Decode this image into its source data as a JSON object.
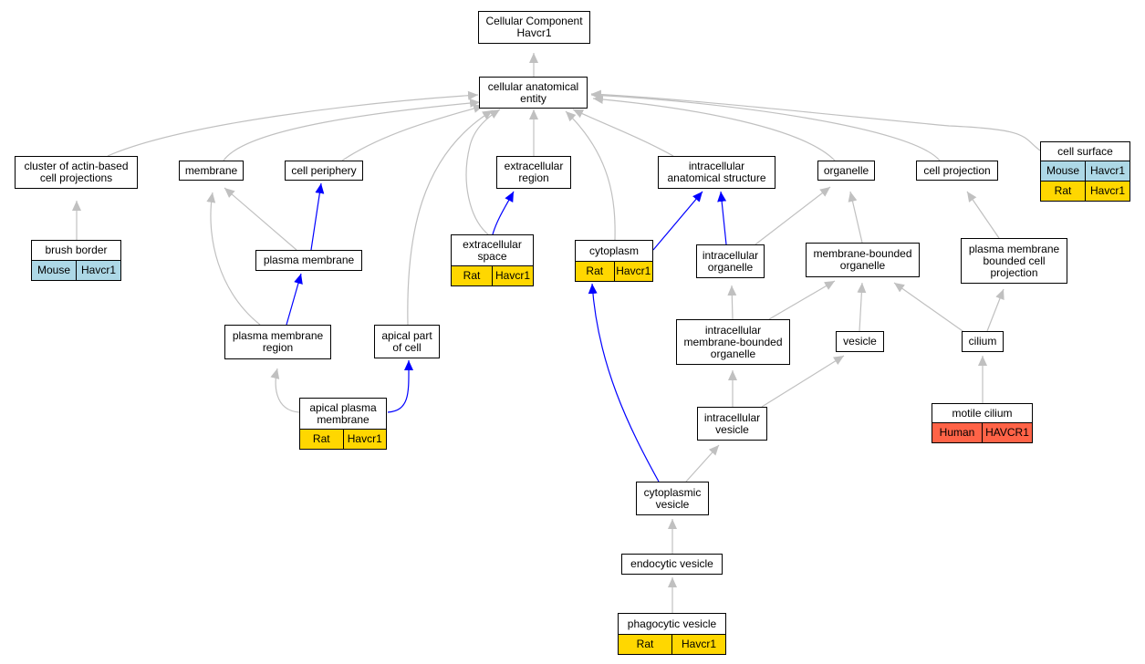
{
  "nodes": {
    "root": {
      "label": "Cellular Component\nHavcr1"
    },
    "cae": {
      "label": "cellular anatomical\nentity"
    },
    "cluster": {
      "label": "cluster of actin-based\ncell projections"
    },
    "membrane": {
      "label": "membrane"
    },
    "cellperiphery": {
      "label": "cell periphery"
    },
    "extracellularregion": {
      "label": "extracellular\nregion"
    },
    "ias": {
      "label": "intracellular\nanatomical structure"
    },
    "organelle": {
      "label": "organelle"
    },
    "cellprojection": {
      "label": "cell projection"
    },
    "cellsurface": {
      "label": "cell surface",
      "annotations": [
        [
          "Mouse",
          "Havcr1"
        ],
        [
          "Rat",
          "Havcr1"
        ]
      ]
    },
    "brushborder": {
      "label": "brush border",
      "annotations": [
        [
          "Mouse",
          "Havcr1"
        ]
      ]
    },
    "plasmamembrane": {
      "label": "plasma membrane"
    },
    "extracellularspace": {
      "label": "extracellular\nspace",
      "annotations": [
        [
          "Rat",
          "Havcr1"
        ]
      ]
    },
    "cytoplasm": {
      "label": "cytoplasm",
      "annotations": [
        [
          "Rat",
          "Havcr1"
        ]
      ]
    },
    "intracellularorganelle": {
      "label": "intracellular\norganelle"
    },
    "mbo": {
      "label": "membrane-bounded\norganelle"
    },
    "pmbcp": {
      "label": "plasma membrane\nbounded cell\nprojection"
    },
    "pmregion": {
      "label": "plasma membrane\nregion"
    },
    "apicalpart": {
      "label": "apical part\nof cell"
    },
    "imbo": {
      "label": "intracellular\nmembrane-bounded\norganelle"
    },
    "vesicle": {
      "label": "vesicle"
    },
    "cilium": {
      "label": "cilium"
    },
    "apicalpm": {
      "label": "apical plasma\nmembrane",
      "annotations": [
        [
          "Rat",
          "Havcr1"
        ]
      ]
    },
    "intracellularvesicle": {
      "label": "intracellular\nvesicle"
    },
    "motilecilium": {
      "label": "motile cilium",
      "annotations": [
        [
          "Human",
          "HAVCR1"
        ]
      ]
    },
    "cytoplasmicvesicle": {
      "label": "cytoplasmic\nvesicle"
    },
    "endocyticvesicle": {
      "label": "endocytic vesicle"
    },
    "phagocyticvesicle": {
      "label": "phagocytic vesicle",
      "annotations": [
        [
          "Rat",
          "Havcr1"
        ]
      ]
    }
  },
  "species_colors": {
    "Mouse": "#add8e6",
    "Rat": "#ffd700",
    "Human": "#ff6347"
  },
  "edge_colors": {
    "is_a": "#c0c0c0",
    "part_of": "#0000ff"
  }
}
